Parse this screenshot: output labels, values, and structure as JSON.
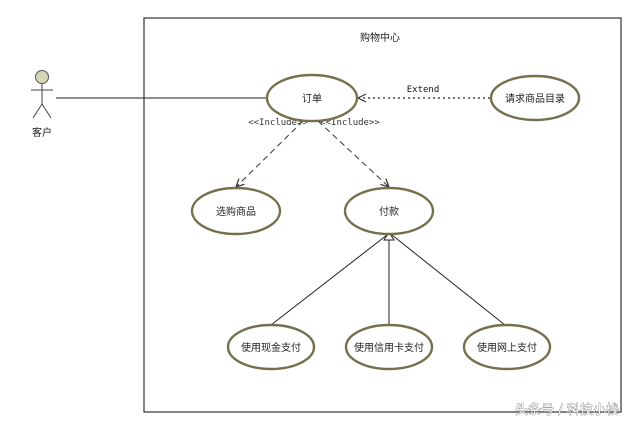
{
  "system": {
    "title": "购物中心"
  },
  "actor": {
    "label": "客户"
  },
  "use_cases": {
    "order": "订单",
    "browse_catalog": "请求商品目录",
    "select_goods": "选购商品",
    "payment": "付款",
    "pay_cash": "使用现金支付",
    "pay_credit_card": "使用信用卡支付",
    "pay_online": "使用网上支付"
  },
  "relations": {
    "include_left": "<<Include>>",
    "include_right": "<<Include>>",
    "extend": "Extend"
  },
  "watermark": "头条号 / 科技小栈",
  "colors": {
    "ellipse_stroke": "#74704d",
    "actor_head": "#d8d6b4"
  }
}
